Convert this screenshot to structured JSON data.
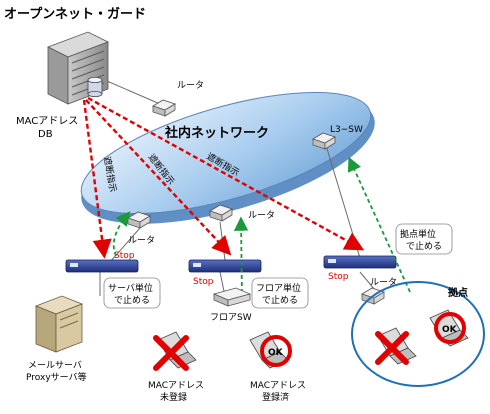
{
  "title": "オープンネット・ガード",
  "db_label_1": "MACアドレス",
  "db_label_2": "DB",
  "network_label": "社内ネットワーク",
  "router_top": "ルータ",
  "router_left": "ルータ",
  "router_mid": "ルータ",
  "router_right": "ルータ",
  "l3_switch": "L3−SW",
  "block_labels": [
    "遮断指示",
    "遮断指示",
    "遮断指示"
  ],
  "stop_label": "Stop",
  "callout_server_1": "サーバ単位",
  "callout_server_2": "で止める",
  "callout_floor_1": "フロア単位",
  "callout_floor_2": "で止める",
  "callout_site_1": "拠点単位",
  "callout_site_2": "で止める",
  "floor_sw": "フロアSW",
  "site_label": "拠点",
  "server_label_1": "メールサーバ",
  "server_label_2": "Proxyサーバ等",
  "pc_unreg_1": "MACアドレス",
  "pc_unreg_2": "未登録",
  "pc_reg_1": "MACアドレス",
  "pc_reg_2": "登録済",
  "ok_label": "OK",
  "colors": {
    "red": "#e00000",
    "green": "#1a9a3a",
    "ellipse": "#9ec4ea",
    "site": "#1f6fb5",
    "switch": "#2a3f8c"
  }
}
